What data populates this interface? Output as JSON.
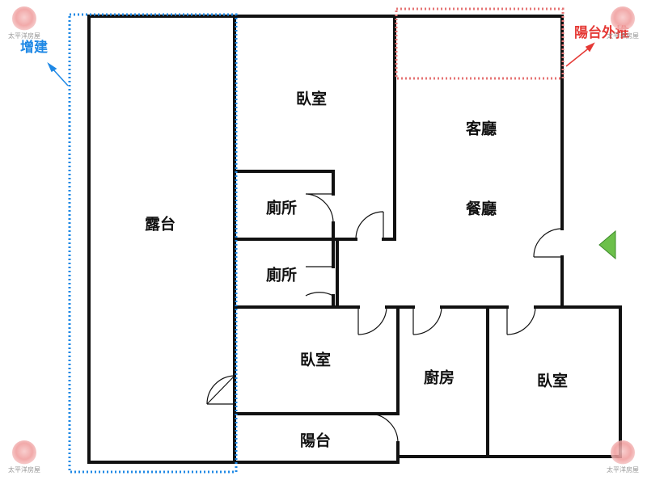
{
  "rooms": {
    "terrace": "露台",
    "bedroom_top": "臥室",
    "living_room": "客廳",
    "dining_room": "餐廳",
    "toilet_1": "廁所",
    "toilet_2": "廁所",
    "bedroom_middle": "臥室",
    "kitchen": "廚房",
    "bedroom_right": "臥室",
    "balcony": "陽台"
  },
  "annotations": {
    "extension": {
      "text": "增建",
      "color": "#1e88e5"
    },
    "balcony_extension": {
      "text": "陽台外推",
      "color": "#e53935"
    }
  },
  "entrance": {
    "icon": "entrance-triangle-icon",
    "color": "#6cc04a"
  },
  "watermark": {
    "text": "太平洋房屋",
    "color": "#ef9a9a"
  }
}
